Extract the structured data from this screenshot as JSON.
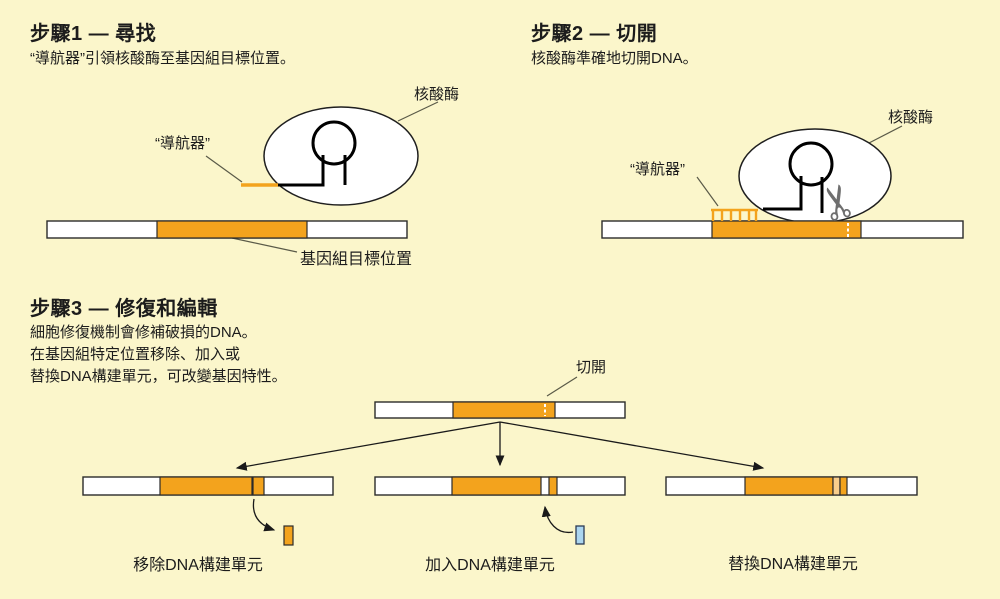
{
  "figure": {
    "topic": "gene-editing-steps-diagram"
  },
  "steps": {
    "step1": {
      "title": "步驟1 — 尋找",
      "desc": "“導航器”引領核酸酶至基因組目標位置。",
      "label_nuclease": "核酸酶",
      "label_guide": "“導航器”",
      "label_target": "基因組目標位置"
    },
    "step2": {
      "title": "步驟2 — 切開",
      "desc": "核酸酶準確地切開DNA。",
      "label_nuclease": "核酸酶",
      "label_guide": "“導航器”"
    },
    "step3": {
      "title": "步驟3 — 修復和編輯",
      "desc1": "細胞修復機制會修補破損的DNA。",
      "desc2": "在基因組特定位置移除、加入或",
      "desc3": "替換DNA構建單元，可改變基因特性。",
      "label_cut": "切開",
      "label_remove": "移除DNA構建單元",
      "label_add": "加入DNA構建單元",
      "label_replace": "替換DNA構建單元"
    }
  },
  "icons": {
    "scissors": "✂"
  },
  "colors": {
    "background": "#FBF6CB",
    "dna_orange": "#F3A31D",
    "dna_light_orange": "#F8CD8C",
    "insert_blue": "#ACD6F0",
    "outline": "#2b2b2b",
    "leader_line": "#5a5a48",
    "scissors_grey": "#6f6f6f"
  }
}
